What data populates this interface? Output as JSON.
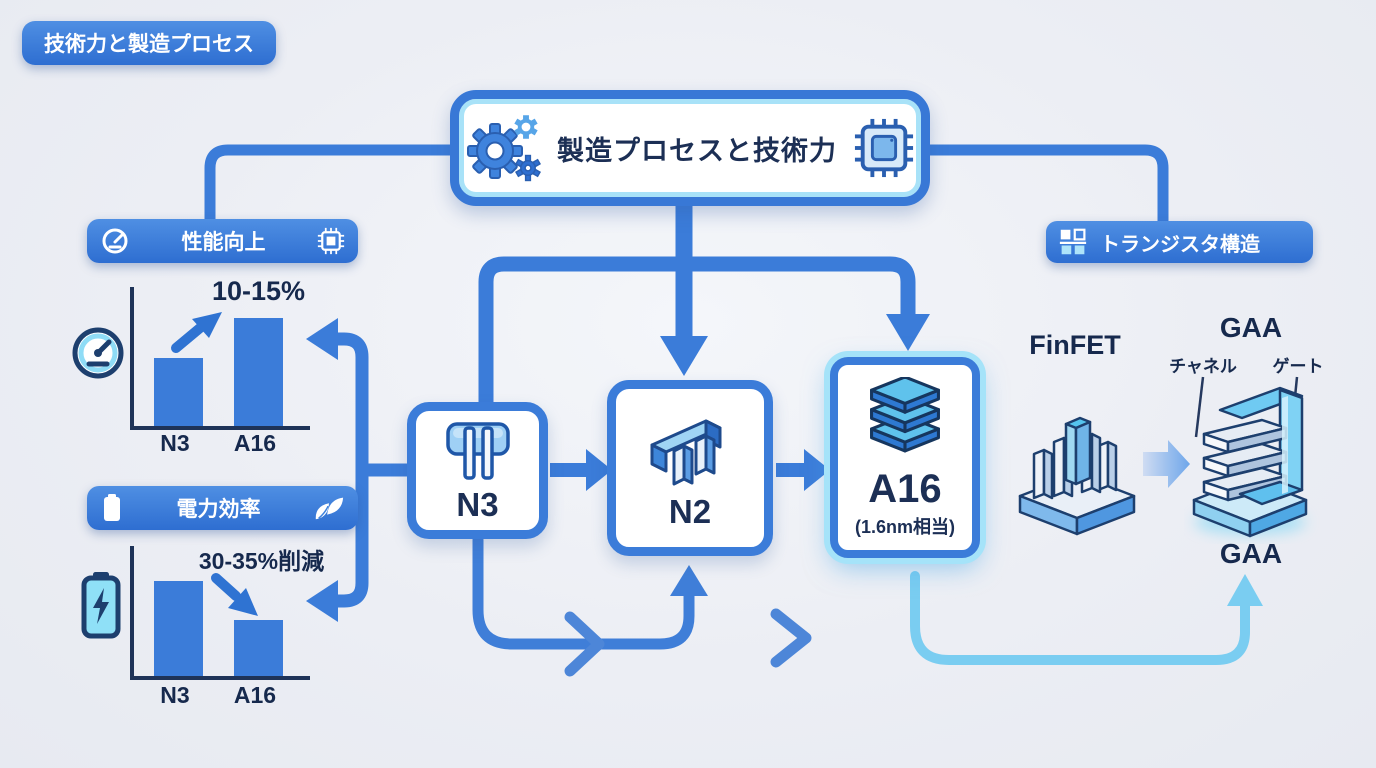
{
  "colors": {
    "background": "#edeff4",
    "primary_blue": "#3b7cd9",
    "dark_navy": "#1c2f55",
    "light_cyan": "#7ad0f2",
    "badge_gradient_top": "#4f8fe3",
    "badge_gradient_bottom": "#2e6ed1"
  },
  "header_badge": {
    "label": "技術力と製造プロセス"
  },
  "main_box": {
    "title": "製造プロセスと技術力",
    "left_icon": "gears-icon",
    "right_icon": "chip-icon"
  },
  "performance_section": {
    "badge_label": "性能向上",
    "badge_left_icon": "speedometer-icon",
    "badge_right_icon": "chip-icon",
    "side_icon": "speedometer-icon",
    "chart_data": {
      "type": "bar",
      "categories": [
        "N3",
        "A16"
      ],
      "values": [
        49,
        78
      ],
      "values_unit": "relative bar height %",
      "annotation": "10-15%",
      "trend": "up"
    }
  },
  "power_section": {
    "badge_label": "電力効率",
    "badge_left_icon": "battery-icon",
    "badge_right_icon": "leaf-icon",
    "side_icon": "battery-icon",
    "chart_data": {
      "type": "bar",
      "categories": [
        "N3",
        "A16"
      ],
      "values": [
        73,
        43
      ],
      "values_unit": "relative bar height %",
      "annotation": "30-35%削減",
      "trend": "down"
    }
  },
  "process_nodes": {
    "n3": {
      "label": "N3",
      "icon": "finfet-cross-section-icon"
    },
    "n2": {
      "label": "N2",
      "icon": "nanosheet-3d-icon"
    },
    "a16": {
      "label": "A16",
      "sublabel": "(1.6nm相当)",
      "icon": "stacked-layers-icon"
    }
  },
  "transistor_section": {
    "badge_label": "トランジスタ構造",
    "badge_icon": "transistor-icon",
    "finfet_label": "FinFET",
    "gaa_top_label": "GAA",
    "channel_label": "チャネル",
    "gate_label": "ゲート",
    "gaa_bottom_label": "GAA"
  }
}
